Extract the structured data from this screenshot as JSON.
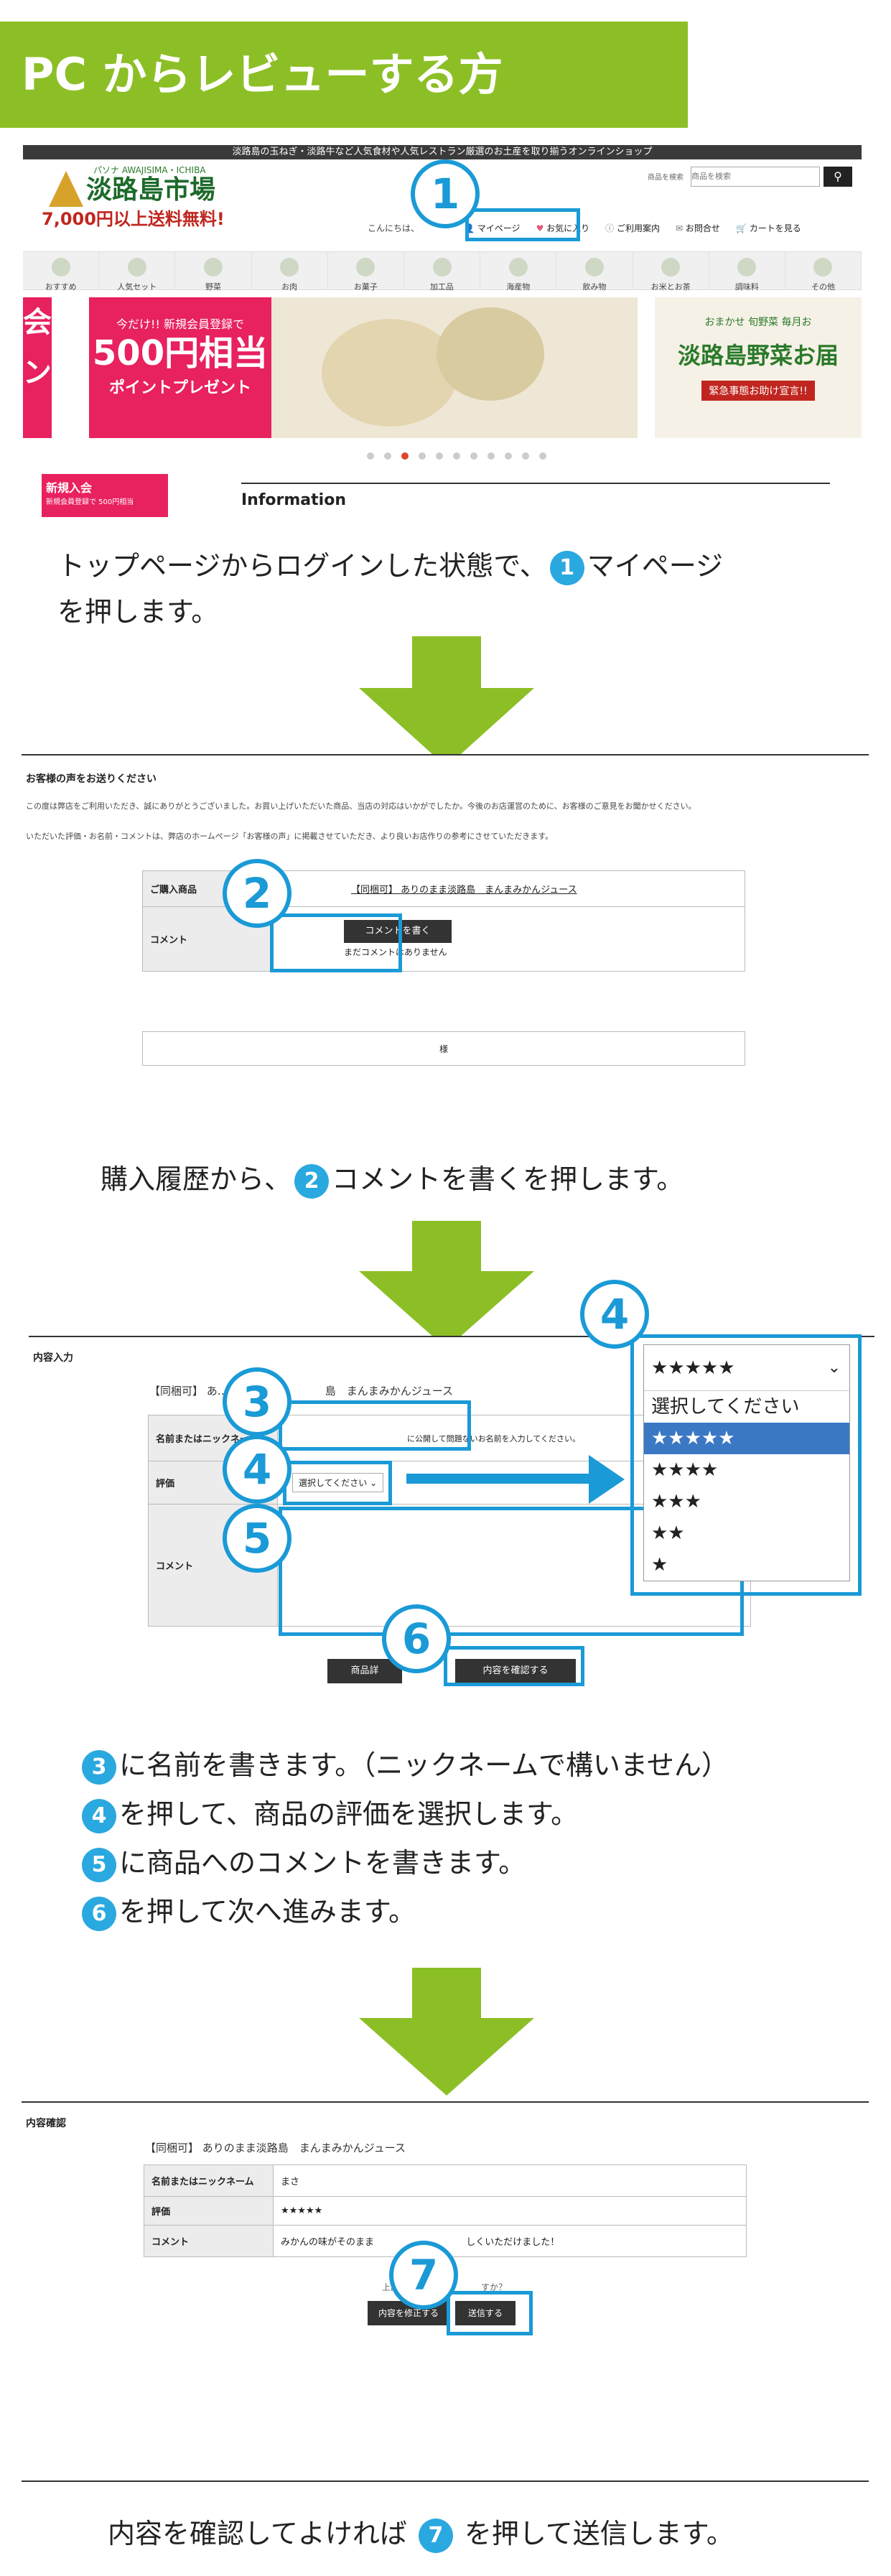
{
  "banner": {
    "title": "PC からレビューする方"
  },
  "step1": {
    "top_strip": "淡路島の玉ねぎ・淡路牛など人気食材や人気レストラン厳選のお土産を取り揃うオンラインショップ",
    "logo_small": "パソナ  AWAJISIMA・ICHIBA",
    "logo_main": "淡路島市場",
    "logo_promo": "7,000円以上送料無料!",
    "search_placeholder": "商品を検索",
    "greeting": "こんにちは、",
    "nav": {
      "mypage": "マイページ",
      "favorites": "お気に入り",
      "guide": "ご利用案内",
      "contact": "お問合せ",
      "cart": "カートを見る"
    },
    "categories": [
      "おすすめ",
      "人気セット",
      "野菜",
      "お肉",
      "お菓子",
      "加工品",
      "海産物",
      "飲み物",
      "お米とお茶",
      "調味料",
      "その他"
    ],
    "promo_left_small": "今だけ!! 新規会員登録で",
    "promo_left_big": "500円相当",
    "promo_left_sub": "ポイントプレゼント",
    "promo_left_edge": "会\nン",
    "promo_right_small": "おまかせ 旬野菜 毎月お",
    "promo_right_big": "淡路島野菜お届",
    "promo_right_sub": "緊急事態お助け宣言!!",
    "promo_bottom_small": "新規入会",
    "promo_bottom_sub": "新規会員登録で 500円相当",
    "info_heading": "Information",
    "caption_a": "トップページからログインした状態で、",
    "caption_b": "マイページ",
    "caption_c": "を押します。"
  },
  "step2": {
    "heading": "お客様の声をお送りください",
    "intro1": "この度は弊店をご利用いただき、誠にありがとうございました。お買い上げいただいた商品、当店の対応はいかがでしたか。今後のお店運営のために、お客様のご意見をお聞かせください。",
    "intro2": "いただいた評価・お名前・コメントは、弊店のホームページ「お客様の声」に掲載させていただき、より良いお店作りの参考にさせていただきます。",
    "row_product_label": "ご購入商品",
    "product_name": "【同梱可】 ありのまま淡路島　まんまみかんジュース",
    "row_comment_label": "コメント",
    "write_button": "コメントを書く",
    "no_comment": "まだコメントはありません",
    "bottom_box": "様",
    "caption_a": "購入履歴から、",
    "caption_b": "コメントを書く",
    "caption_c": "を押します。"
  },
  "step3": {
    "heading": "内容入力",
    "product_name": "【同梱可】 あ…　　　　　　　　　島　まんまみかんジュース",
    "name_label": "名前またはニックネーム",
    "name_hint": "に公開して問題ないお名前を入力してください。",
    "rating_label": "評価",
    "rating_select": "選択してください",
    "comment_label": "コメント",
    "back_button": "商品詳",
    "confirm_button": "内容を確認する",
    "dropdown_current": "★★★★★",
    "dropdown_options": [
      "選択してください",
      "★★★★★",
      "★★★★",
      "★★★",
      "★★",
      "★"
    ],
    "caption_3": "に名前を書きます。（ニックネームで構いません）",
    "caption_4": "を押して、商品の評価を選択します。",
    "caption_5": "に商品へのコメントを書きます。",
    "caption_6": "を押して次へ進みます。"
  },
  "step4": {
    "heading": "内容確認",
    "product_name": "【同梱可】 ありのまま淡路島　まんまみかんジュース",
    "name_label": "名前またはニックネーム",
    "name_value": "まさ",
    "rating_label": "評価",
    "rating_value": "★★★★★",
    "comment_label": "コメント",
    "comment_value": "みかんの味がそのまま",
    "comment_value_end": "しくいただけました！",
    "note_left": "上記",
    "note_right": "すか？",
    "edit_button": "内容を修正する",
    "send_button": "送信する",
    "caption_a": "内容を確認してよければ",
    "caption_c": "を押して送信します。"
  },
  "callouts": [
    "1",
    "2",
    "3",
    "4",
    "5",
    "6",
    "7"
  ],
  "colors": {
    "accent_green": "#8cbf26",
    "accent_blue": "#1a9ad6",
    "arrow_green": "#8cbf26"
  }
}
